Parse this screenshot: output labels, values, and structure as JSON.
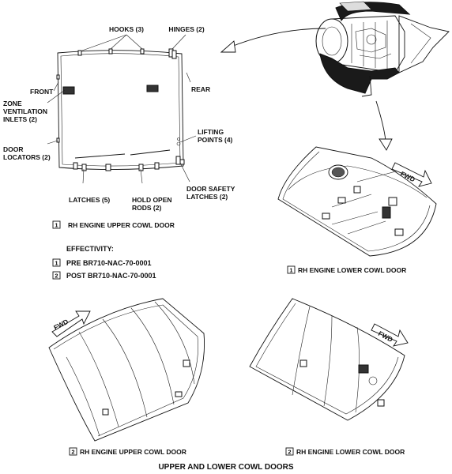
{
  "upper_panel_labels": {
    "hooks": "HOOKS (3)",
    "hinges": "HINGES (2)",
    "front": "FRONT",
    "rear": "REAR",
    "zone_ventilation_1": "ZONE",
    "zone_ventilation_2": "VENTILATION",
    "zone_ventilation_3": "INLETS (2)",
    "door_locators_1": "DOOR",
    "door_locators_2": "LOCATORS (2)",
    "lifting_points_1": "LIFTING",
    "lifting_points_2": "POINTS (4)",
    "latches": "LATCHES (5)",
    "hold_open_rods_1": "HOLD OPEN",
    "hold_open_rods_2": "RODS (2)",
    "door_safety_latches_1": "DOOR SAFETY",
    "door_safety_latches_2": "LATCHES (2)"
  },
  "captions": {
    "cap1": {
      "num": "1",
      "text": "RH ENGINE UPPER  COWL DOOR"
    },
    "cap2": {
      "num": "1",
      "text": "RH ENGINE LOWER  COWL DOOR"
    },
    "cap3": {
      "num": "2",
      "text": "RH ENGINE UPPER  COWL DOOR"
    },
    "cap4": {
      "num": "2",
      "text": "RH ENGINE LOWER  COWL DOOR"
    }
  },
  "effectivity": {
    "heading": "EFFECTIVITY:",
    "items": [
      {
        "num": "1",
        "text": "PRE BR710-NAC-70-0001"
      },
      {
        "num": "2",
        "text": "POST BR710-NAC-70-0001"
      }
    ]
  },
  "fwd_label": "FWD",
  "title": "UPPER AND LOWER COWL DOORS"
}
